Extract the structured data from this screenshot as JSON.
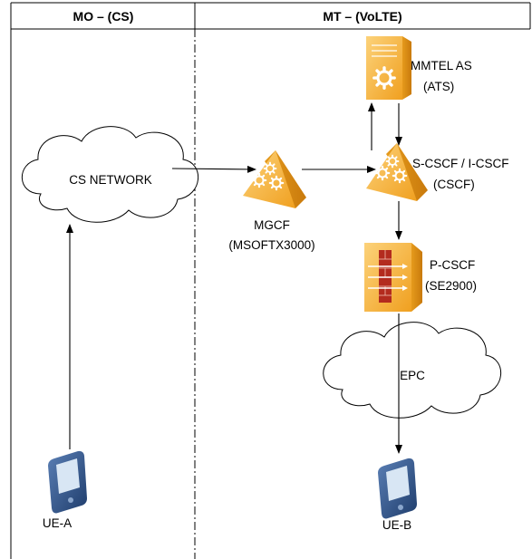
{
  "header": {
    "left": "MO – (CS)",
    "right": "MT – (VoLTE)"
  },
  "nodes": {
    "cs_network": {
      "label": "CS NETWORK",
      "icon": "cloud-icon"
    },
    "mgcf": {
      "label_line1": "MGCF",
      "label_line2": "(MSOFTX3000)",
      "icon": "gear-server-icon"
    },
    "mmtel_as": {
      "label_line1": "MMTEL AS",
      "label_line2": "(ATS)",
      "icon": "app-server-icon"
    },
    "cscf": {
      "label_line1": "S-CSCF / I-CSCF",
      "label_line2": "(CSCF)",
      "icon": "gear-server-icon"
    },
    "pcscf": {
      "label_line1": "P-CSCF",
      "label_line2": "(SE2900)",
      "icon": "firewall-icon"
    },
    "epc": {
      "label": "EPC",
      "icon": "cloud-icon"
    },
    "ue_a": {
      "label": "UE-A",
      "icon": "phone-icon"
    },
    "ue_b": {
      "label": "UE-B",
      "icon": "phone-icon"
    }
  },
  "colors": {
    "orange_light": "#fbc456",
    "orange_dark": "#e08a12",
    "line": "#000000"
  }
}
